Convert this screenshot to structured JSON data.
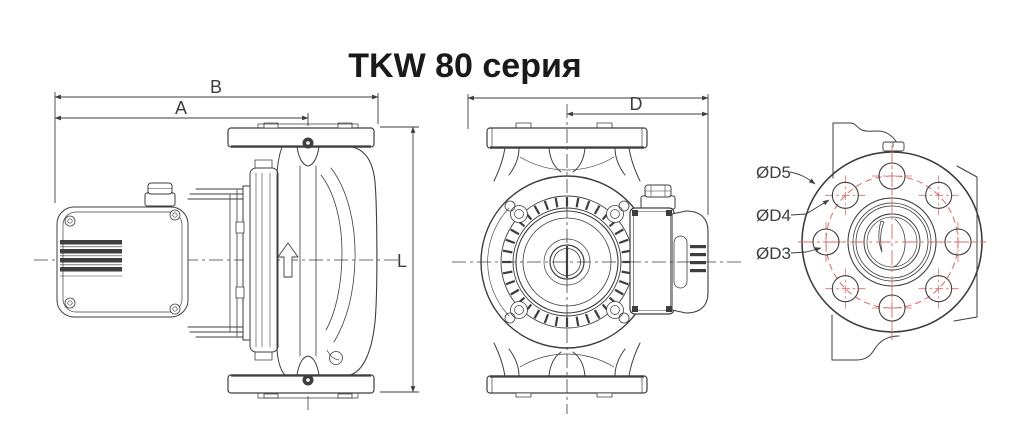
{
  "title": "TKW 80 серия",
  "colors": {
    "line": "#3e3e3e",
    "red_centerline": "#d96a6a",
    "title_text": "#1a1a1a",
    "background": "#ffffff"
  },
  "side_view": {
    "name": "pump side view",
    "dim_b": "B",
    "dim_a": "A",
    "dim_l": "L"
  },
  "front_view": {
    "name": "pump front view",
    "dim_d": "D"
  },
  "flange_view": {
    "name": "flange bolt-circle view",
    "dim_d5": "ØD5",
    "dim_d4": "ØD4",
    "dim_d3": "ØD3"
  }
}
